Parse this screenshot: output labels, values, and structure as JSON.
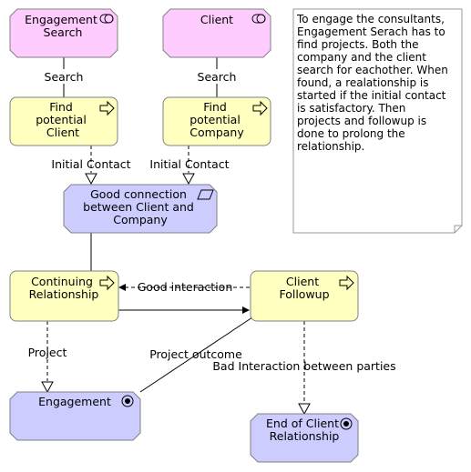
{
  "colors": {
    "actor_fill": "#ffccff",
    "process_fill": "#ffffc0",
    "value_fill": "#ccccff",
    "note_fill": "#ffffff",
    "stroke": "#808080",
    "edge": "#000000"
  },
  "nodes": {
    "engagement_search": {
      "lines": [
        "Engagement",
        "Search"
      ],
      "icon": "role-icon"
    },
    "client": {
      "lines": [
        "Client"
      ],
      "icon": "role-icon"
    },
    "find_client": {
      "lines": [
        "Find",
        "potential",
        "Client"
      ],
      "icon": "process-arrow-icon"
    },
    "find_company": {
      "lines": [
        "Find",
        "potential",
        "Company"
      ],
      "icon": "process-arrow-icon"
    },
    "good_connection": {
      "lines": [
        "Good connection",
        "between Client and",
        "Company"
      ],
      "icon": "parallelogram-icon"
    },
    "continuing_relationship": {
      "lines": [
        "Continuing",
        "Relationship"
      ],
      "icon": "process-arrow-icon"
    },
    "client_followup": {
      "lines": [
        "Client",
        "Followup"
      ],
      "icon": "process-arrow-icon"
    },
    "engagement": {
      "lines": [
        "Engagement"
      ],
      "icon": "target-icon"
    },
    "end_relationship": {
      "lines": [
        "End of Client",
        "Relationship"
      ],
      "icon": "target-icon"
    }
  },
  "edges": {
    "search_left": "Search",
    "search_right": "Search",
    "initial_contact_left": "Initial Contact",
    "initial_contact_right": "Initial Contact",
    "good_interaction": "Good interaction",
    "project": "Project",
    "project_outcome": "Project outcome",
    "bad_interaction": "Bad Interaction between parties"
  },
  "note": {
    "lines": [
      "To engage the consultants,",
      "Engagement Serach has to",
      "find projects. Both the",
      "company and the client",
      "search for eachother. When",
      "found, a realationship is",
      "started if the initial contact",
      "is satisfactory. Then",
      "projects and followup is",
      "done to prolong the",
      "relationship."
    ]
  }
}
